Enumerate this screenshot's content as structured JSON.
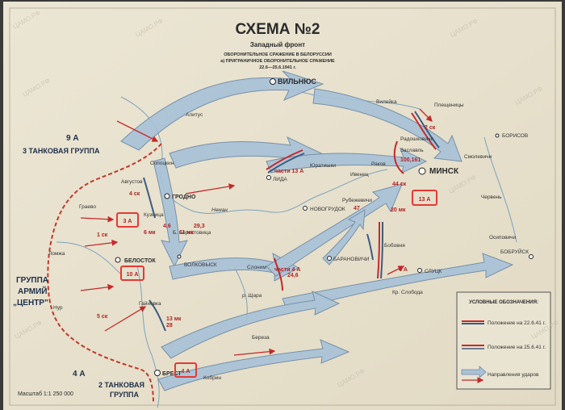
{
  "title": {
    "main": "СХЕМА №2",
    "front": "Западный фронт",
    "line1": "ОБОРОНИТЕЛЬНОЕ СРАЖЕНИЕ В БЕЛОРУССИИ",
    "line2": "а) ПРИГРАНИЧНОЕ ОБОРОНИТЕЛЬНОЕ СРАЖЕНИЕ",
    "dates": "22.6—25.6.1941 г."
  },
  "cities": {
    "vilnius": "ВИЛЬНЮС",
    "minsk": "МИНСК",
    "grodno": "ГРОДНО",
    "belostok": "БЕЛОСТОК",
    "brest": "БРЕСТ",
    "lida": "ЛИДА",
    "novogrudok": "НОВОГРУДОК",
    "baranovichi": "БАРАНОВИЧИ",
    "slutsk": "СЛУЦК",
    "bobruisk": "БОБРУЙСК",
    "borisov": "БОРИСОВ",
    "volkovysk": "ВОЛКОВЫСК",
    "smolevichi": "Смолевичи",
    "cherven": "Червень",
    "osipovichi": "Осиповичи",
    "pleshchenitsy": "Плещеницы",
    "vileyka": "Вилейка",
    "radoshkovichi": "Радошковичи",
    "zaslavl": "Заславль",
    "rakov": "Раков",
    "ivenets": "Ивенец",
    "yuratishki": "Юратишки",
    "rubezhevichi": "Рубежевичи",
    "bobovnya": "Бобовня",
    "kr_sloboda": "Кр. Слобода",
    "slonim": "Слоним",
    "b_berestovitsa": "Б. Берестовица",
    "kuznitsa": "Кузница",
    "sopotskin": "Сопоцкин",
    "avgustov": "Августов",
    "alitus": "Алитус",
    "grayevo": "Граево",
    "lomzha": "Ломжа",
    "nur": "Нур",
    "gainovka": "Гайновка",
    "bereza": "Береза",
    "kobrin": "Кобрин"
  },
  "armies": {
    "a3": "3 А",
    "a10": "10 А",
    "a13": "13 А",
    "a4": "4 А",
    "chasti13": "части 13 А",
    "chasti4": "части 4 А",
    "a4_slutsk": "4 А"
  },
  "units": {
    "sk2": "2 ск",
    "sk4": "4 ск",
    "sk1": "1 ск",
    "sk5": "5 ск",
    "sk44": "44 ск",
    "mk6": "6 мк",
    "mk11": "11 мк",
    "mk13": "13 мк",
    "mk20": "20 мк",
    "ur": "100,161",
    "sk47": "47",
    "mk6n": "4,6",
    "mk11n": "29,3",
    "mk13n": "28",
    "chasti4n": "24,6"
  },
  "enemy": {
    "a9": "9 А",
    "tg3": "3 ТАНКОВАЯ ГРУППА",
    "ga_line1": "ГРУППА",
    "ga_line2": "АРМИЙ",
    "ga_line3": "„ЦЕНТР\"",
    "a4": "4 А",
    "tg2_line1": "2 ТАНКОВАЯ",
    "tg2_line2": "ГРУППА"
  },
  "rivers": {
    "neman": "Неман",
    "shchara": "р. Щара"
  },
  "legend": {
    "title": "УСЛОВНЫЕ ОБОЗНАЧЕНИЯ:",
    "item1": "Положение на 22.6.41 г.",
    "item2": "Положение на 25.6.41 г.",
    "item3": "Направления ударов"
  },
  "scale": "Масштаб 1:1 250 000",
  "watermark": "ЦАМО.РФ",
  "colors": {
    "paper": "#e7e1cf",
    "german_arrow": "#a9c2d8",
    "german_arrow_stroke": "#6f8aa6",
    "soviet_red": "#c62828",
    "highlight_box": "#e53935",
    "border_red": "#c0392b"
  }
}
